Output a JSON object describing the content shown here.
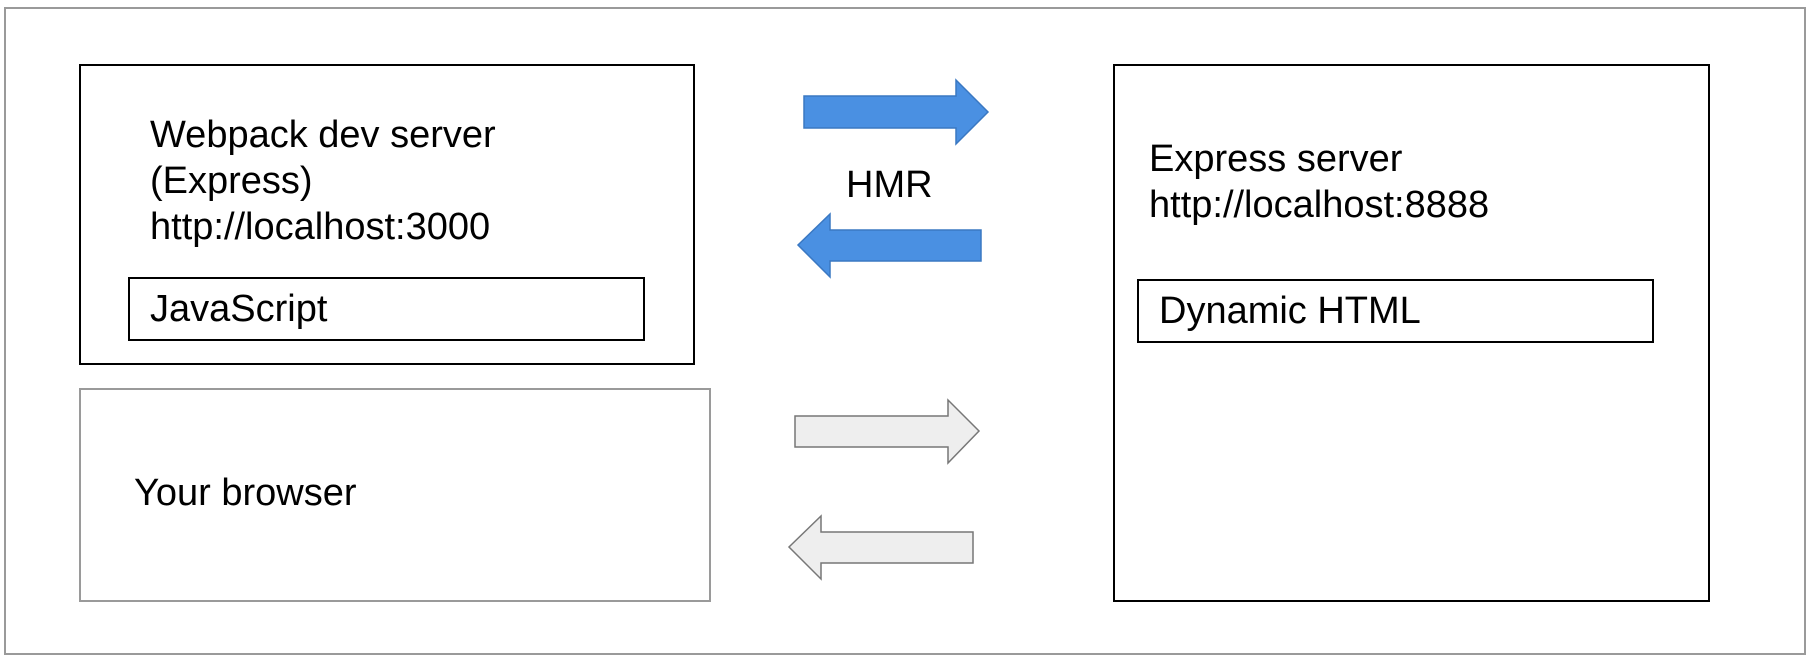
{
  "webpack_server": {
    "title_line1": "Webpack dev server",
    "title_line2": "(Express)",
    "url": "http://localhost:3000",
    "inner_label": "JavaScript"
  },
  "express_server": {
    "title": "Express server",
    "url": "http://localhost:8888",
    "inner_label": "Dynamic HTML"
  },
  "browser": {
    "label": "Your browser"
  },
  "hmr": {
    "label": "HMR"
  },
  "colors": {
    "hmr_arrow_fill": "#4a90e2",
    "hmr_arrow_stroke": "#3a78c2",
    "browser_arrow_fill": "#eeeeee",
    "browser_arrow_stroke": "#777777",
    "box_border": "#000000",
    "frame_border": "#9a9a9a"
  },
  "arrows": [
    {
      "name": "hmr-arrow-right-icon",
      "direction": "right",
      "style": "hmr"
    },
    {
      "name": "hmr-arrow-left-icon",
      "direction": "left",
      "style": "hmr"
    },
    {
      "name": "browser-arrow-right-icon",
      "direction": "right",
      "style": "browser"
    },
    {
      "name": "browser-arrow-left-icon",
      "direction": "left",
      "style": "browser"
    }
  ]
}
